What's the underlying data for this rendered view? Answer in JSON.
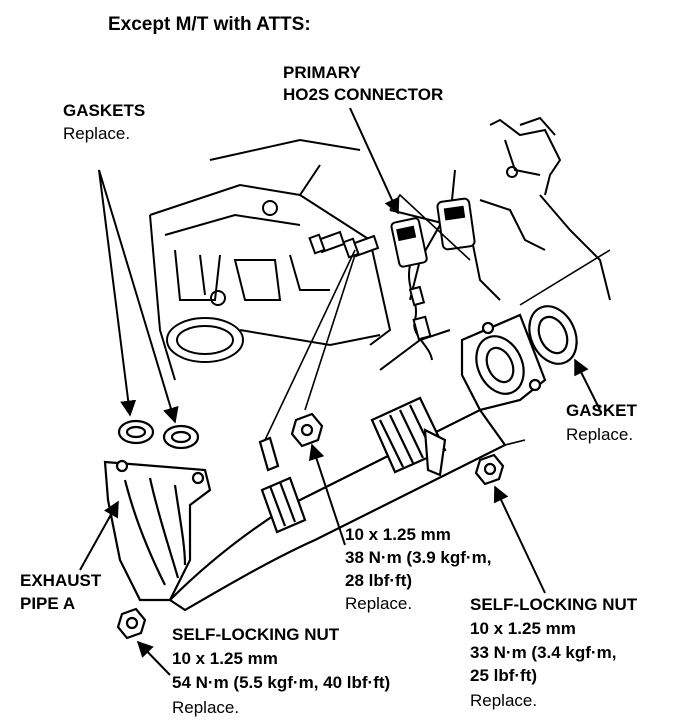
{
  "heading": "Except M/T with ATTS:",
  "callouts": {
    "primary_ho2s": {
      "line1": "PRIMARY",
      "line2": "HO2S CONNECTOR"
    },
    "gaskets": {
      "title": "GASKETS",
      "note": "Replace."
    },
    "gasket": {
      "title": "GASKET",
      "note": "Replace."
    },
    "exhaust_pipe": {
      "line1": "EXHAUST",
      "line2": "PIPE A"
    },
    "flange_bolt": {
      "size": "10 x 1.25 mm",
      "torque1": "38 N·m (3.9 kgf·m,",
      "torque2": "28 lbf·ft)",
      "note": "Replace."
    },
    "nut_right": {
      "title": "SELF-LOCKING NUT",
      "size": "10 x 1.25 mm",
      "torque1": "33 N·m (3.4 kgf·m,",
      "torque2": "25 lbf·ft)",
      "note": "Replace."
    },
    "nut_bottom": {
      "title": "SELF-LOCKING NUT",
      "size": "10 x 1.25 mm",
      "torque1": "54 N·m (5.5 kgf·m, 40 lbf·ft)",
      "note": "Replace."
    }
  },
  "colors": {
    "ink": "#000000",
    "paper": "#ffffff"
  }
}
